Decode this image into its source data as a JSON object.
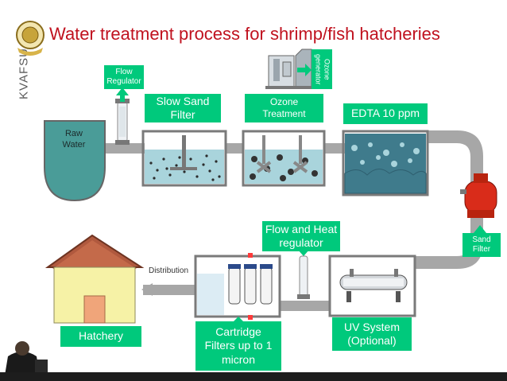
{
  "title": "Water treatment process for shrimp/fish hatcheries",
  "brand": "KVAFSU",
  "labels": {
    "flow_regulator": "Flow\nRegulator",
    "slow_sand_filter": "Slow Sand\nFilter",
    "ozone_treatment": "Ozone\nTreatment",
    "ozone_generator": "Ozone\ngenerator",
    "edta": "EDTA 10 ppm",
    "raw_water": "Raw\nWater",
    "sand_filter": "Sand\nFilter",
    "flow_heat_regulator": "Flow and Heat\nregulator",
    "uv_system": "UV System\n(Optional)",
    "cartridge_filters": "Cartridge\nFilters up to 1\nmicron",
    "hatchery": "Hatchery",
    "distribution": "Distribution"
  },
  "colors": {
    "title": "#c0121f",
    "label_bg": "#00c97c",
    "pipe": "#a7a7a7",
    "water": "#a9d4dc",
    "raw_water": "#4a9c98",
    "edta_water": "#3f7b8c",
    "house_wall": "#f6f2a6",
    "roof": "#b0593e",
    "door": "#f0a57a",
    "sand_filter_body": "#d92c1a"
  }
}
